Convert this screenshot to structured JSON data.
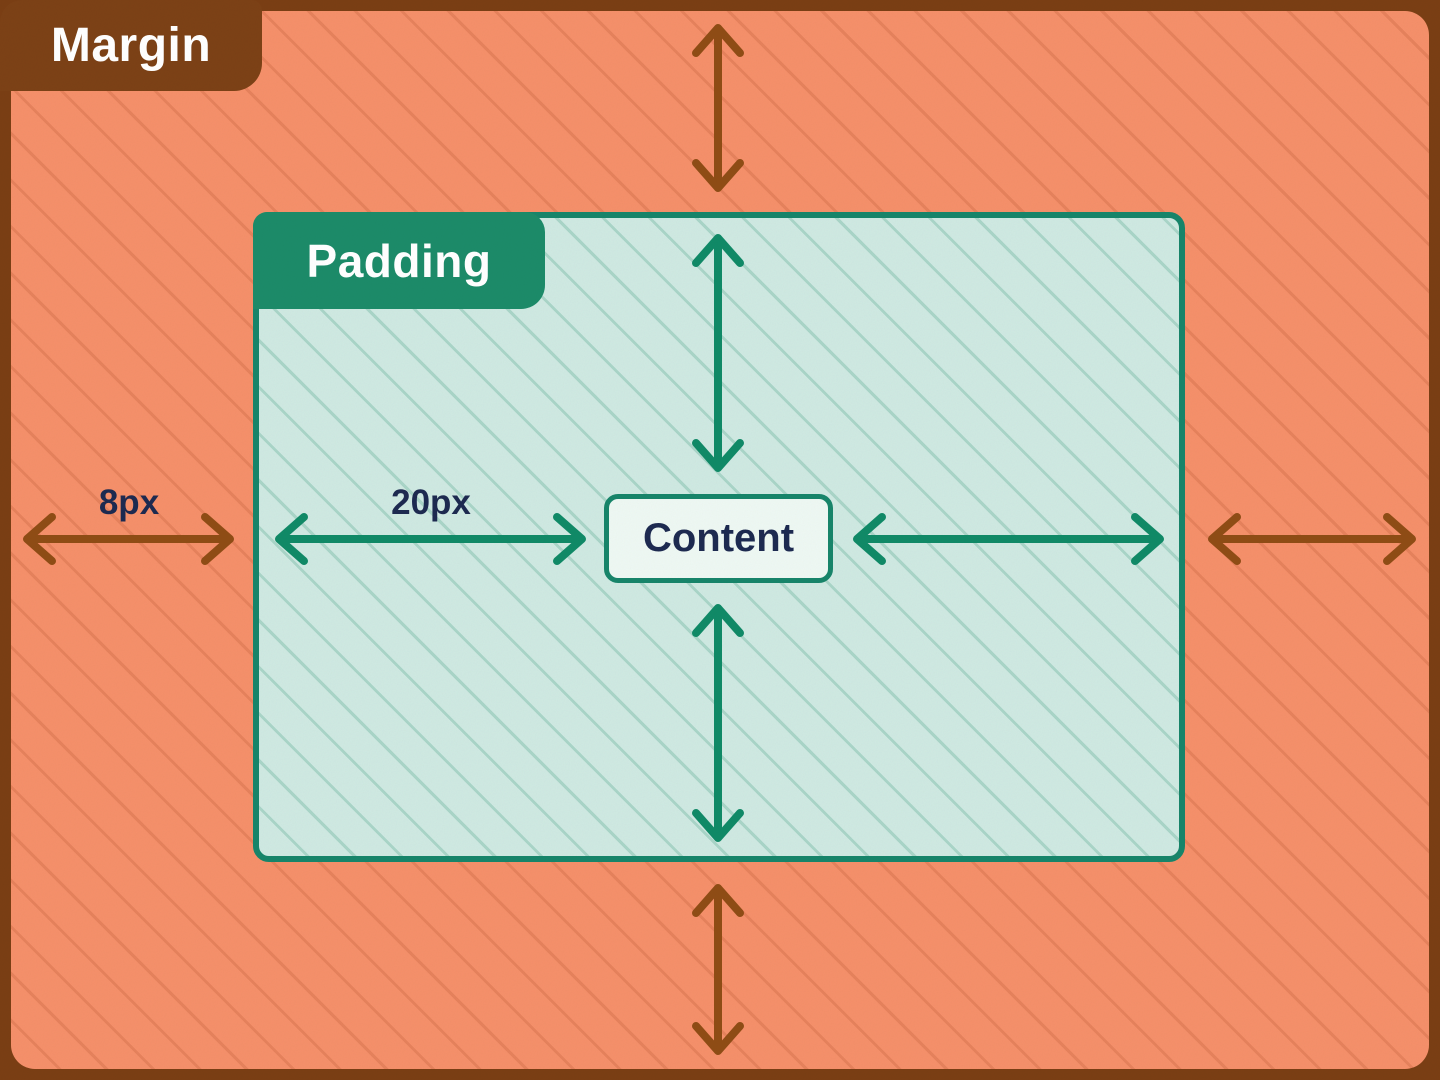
{
  "diagram": {
    "margin_label": "Margin",
    "padding_label": "Padding",
    "content_label": "Content",
    "margin_size_label": "8px",
    "padding_size_label": "20px"
  },
  "colors": {
    "margin_bg": "#f5906a",
    "margin_hatch": "#e6825c",
    "margin_border": "#7a3e14",
    "margin_label_bg": "#7c4116",
    "margin_arrow": "#8f4c15",
    "padding_bg": "#cfe9e2",
    "padding_hatch": "#a9d5c8",
    "padding_border": "#17856a",
    "padding_label_bg": "#1c8b69",
    "padding_arrow": "#108a67",
    "content_bg": "#eef8f3",
    "text_navy": "#1d2a50",
    "label_text": "#ffffff"
  }
}
